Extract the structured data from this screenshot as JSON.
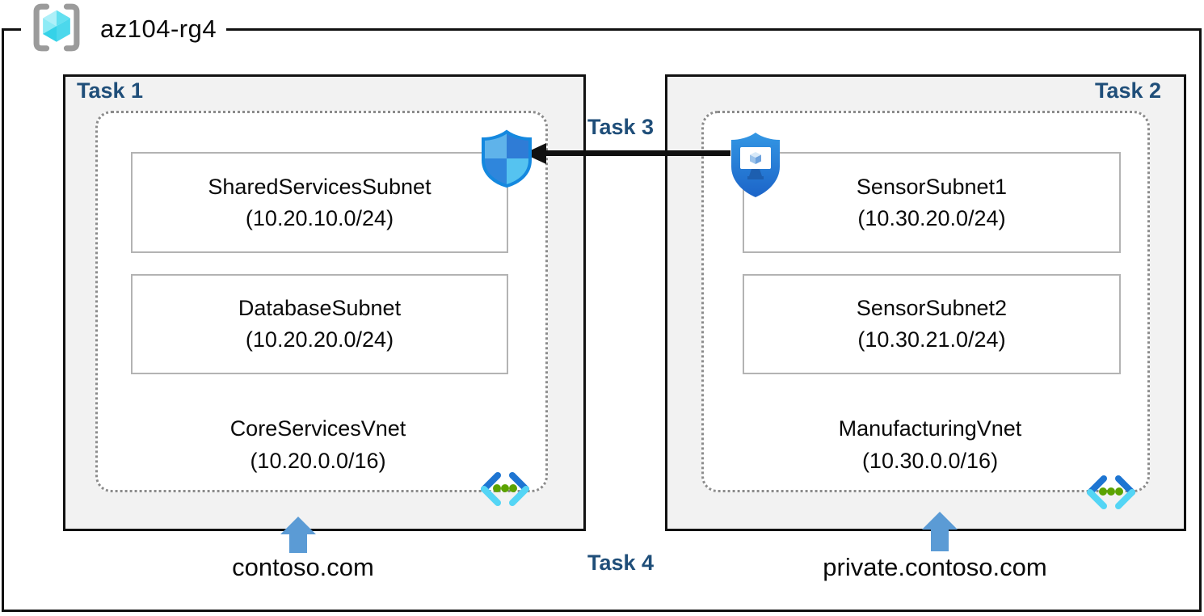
{
  "resource_group": {
    "name": "az104-rg4"
  },
  "left_box": {
    "label": "Task 1",
    "subnets": [
      {
        "name": "SharedServicesSubnet",
        "cidr": "(10.20.10.0/24)"
      },
      {
        "name": "DatabaseSubnet",
        "cidr": "(10.20.20.0/24)"
      }
    ],
    "vnet": {
      "name": "CoreServicesVnet",
      "cidr": "(10.20.0.0/16)"
    },
    "domain": "contoso.com"
  },
  "right_box": {
    "label": "Task 2",
    "subnets": [
      {
        "name": "SensorSubnet1",
        "cidr": "(10.30.20.0/24)"
      },
      {
        "name": "SensorSubnet2",
        "cidr": "(10.30.21.0/24)"
      }
    ],
    "vnet": {
      "name": "ManufacturingVnet",
      "cidr": "(10.30.0.0/16)"
    },
    "domain": "private.contoso.com"
  },
  "connection": {
    "label": "Task 3"
  },
  "bottom": {
    "label": "Task 4"
  },
  "icons": {
    "resource_group": "resource-group-icon",
    "nsg": "network-security-group-icon",
    "bastion": "bastion-icon",
    "vnet": "virtual-network-icon"
  },
  "colors": {
    "task_label": "#1F4E79",
    "box_fill": "#F2F2F2",
    "arrow_blue": "#5B9BD5",
    "line_black": "#111111",
    "subnet_border": "#B3B3B3",
    "dotted": "#8C8C8C"
  }
}
